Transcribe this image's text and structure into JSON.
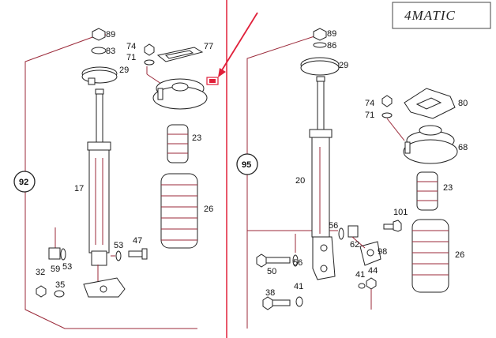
{
  "badge": {
    "text": "4MATIC"
  },
  "colors": {
    "accent": "#e0203a",
    "line": "#9b2a3a",
    "ink": "#222222"
  },
  "assembly_refs": {
    "left": "92",
    "right": "95"
  },
  "labels_left": [
    {
      "id": "89",
      "text": "89"
    },
    {
      "id": "83",
      "text": "83"
    },
    {
      "id": "29",
      "text": "29"
    },
    {
      "id": "17",
      "text": "17"
    },
    {
      "id": "74",
      "text": "74"
    },
    {
      "id": "71",
      "text": "71"
    },
    {
      "id": "77",
      "text": "77"
    },
    {
      "id": "23",
      "text": "23"
    },
    {
      "id": "26",
      "text": "26"
    },
    {
      "id": "53a",
      "text": "53"
    },
    {
      "id": "47",
      "text": "47"
    },
    {
      "id": "59",
      "text": "59"
    },
    {
      "id": "53b",
      "text": "53"
    },
    {
      "id": "32",
      "text": "32"
    },
    {
      "id": "35",
      "text": "35"
    }
  ],
  "labels_right": [
    {
      "id": "89",
      "text": "89"
    },
    {
      "id": "86",
      "text": "86"
    },
    {
      "id": "29",
      "text": "29"
    },
    {
      "id": "74",
      "text": "74"
    },
    {
      "id": "71",
      "text": "71"
    },
    {
      "id": "80",
      "text": "80"
    },
    {
      "id": "68",
      "text": "68"
    },
    {
      "id": "20",
      "text": "20"
    },
    {
      "id": "23",
      "text": "23"
    },
    {
      "id": "101",
      "text": "101"
    },
    {
      "id": "56a",
      "text": "56"
    },
    {
      "id": "62",
      "text": "62"
    },
    {
      "id": "98",
      "text": "98"
    },
    {
      "id": "26",
      "text": "26"
    },
    {
      "id": "50",
      "text": "50"
    },
    {
      "id": "56b",
      "text": "56"
    },
    {
      "id": "41a",
      "text": "41"
    },
    {
      "id": "44",
      "text": "44"
    },
    {
      "id": "38",
      "text": "38"
    },
    {
      "id": "41b",
      "text": "41"
    }
  ]
}
